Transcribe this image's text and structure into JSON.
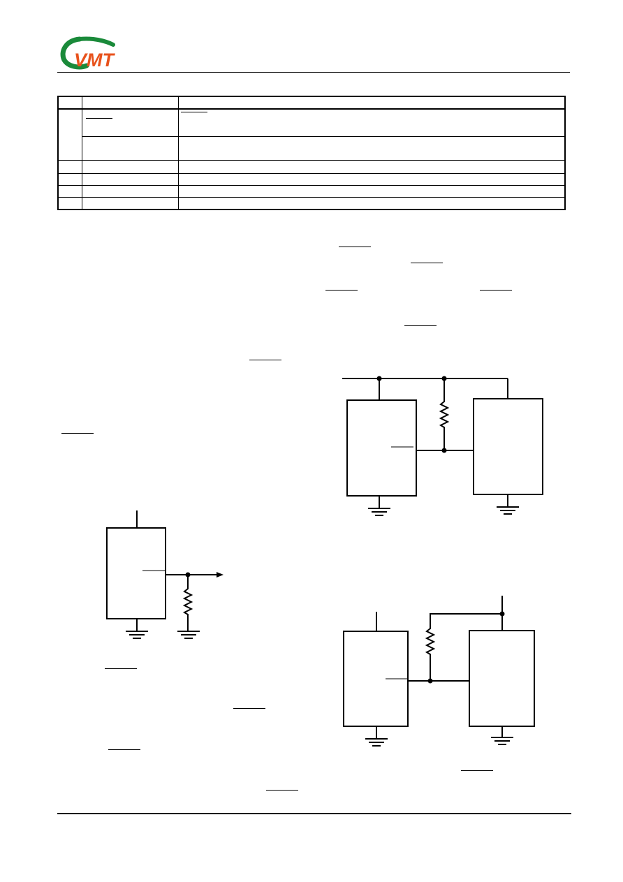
{
  "header": {
    "logo_text": "VMT",
    "logo_colors": {
      "arc": "#1a8a3a",
      "letters": "#e8521c"
    }
  },
  "pin_table": {
    "headers": [],
    "rows": []
  },
  "figures": [
    "simple-pullup-circuit",
    "ic-to-ic-shared-supply",
    "ic-to-ic-separate-supply"
  ]
}
